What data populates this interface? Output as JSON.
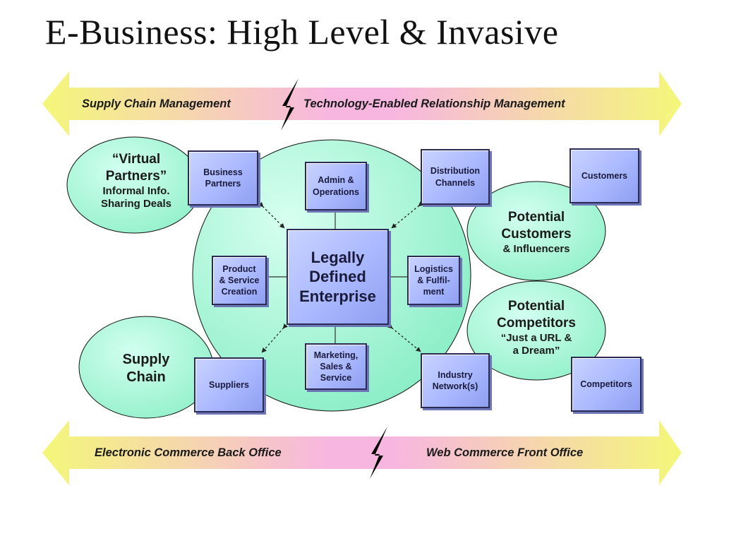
{
  "title": "E-Business: High Level & Invasive",
  "top_banner": {
    "left_label": "Supply Chain Management",
    "right_label": "Technology-Enabled Relationship Management"
  },
  "bottom_banner": {
    "left_label": "Electronic Commerce Back Office",
    "right_label": "Web Commerce Front Office"
  },
  "ovals": {
    "virtual_partners": {
      "line1": "“Virtual",
      "line2": "Partners”",
      "line3": "Informal Info.",
      "line4": "Sharing Deals"
    },
    "supply_chain": {
      "line1": "Supply",
      "line2": "Chain"
    },
    "potential_customers": {
      "line1": "Potential",
      "line2": "Customers",
      "line3": "& Influencers"
    },
    "potential_competitors": {
      "line1": "Potential",
      "line2": "Competitors",
      "line3": "“Just a URL &",
      "line4": "a Dream”"
    }
  },
  "boxes": {
    "center": {
      "line1": "Legally",
      "line2": "Defined",
      "line3": "Enterprise"
    },
    "business_partners": {
      "line1": "Business",
      "line2": "Partners"
    },
    "admin_operations": {
      "line1": "Admin &",
      "line2": "Operations"
    },
    "distribution_channels": {
      "line1": "Distribution",
      "line2": "Channels"
    },
    "customers": {
      "line1": "Customers"
    },
    "product_service_creation": {
      "line1": "Product",
      "line2": "& Service",
      "line3": "Creation"
    },
    "logistics": {
      "line1": "Logistics",
      "line2": "& Fulfil-",
      "line3": "ment"
    },
    "suppliers": {
      "line1": "Suppliers"
    },
    "marketing": {
      "line1": "Marketing,",
      "line2": "Sales &",
      "line3": "Service"
    },
    "industry_network": {
      "line1": "Industry",
      "line2": "Network(s)"
    },
    "competitors": {
      "line1": "Competitors"
    }
  },
  "colors": {
    "arrow_yellow": "#f4f77a",
    "arrow_pink": "#f7b6e0",
    "oval_green_light": "#c6fbe6",
    "oval_green": "#8ff2c8",
    "box_blue": "#aab8ff"
  }
}
